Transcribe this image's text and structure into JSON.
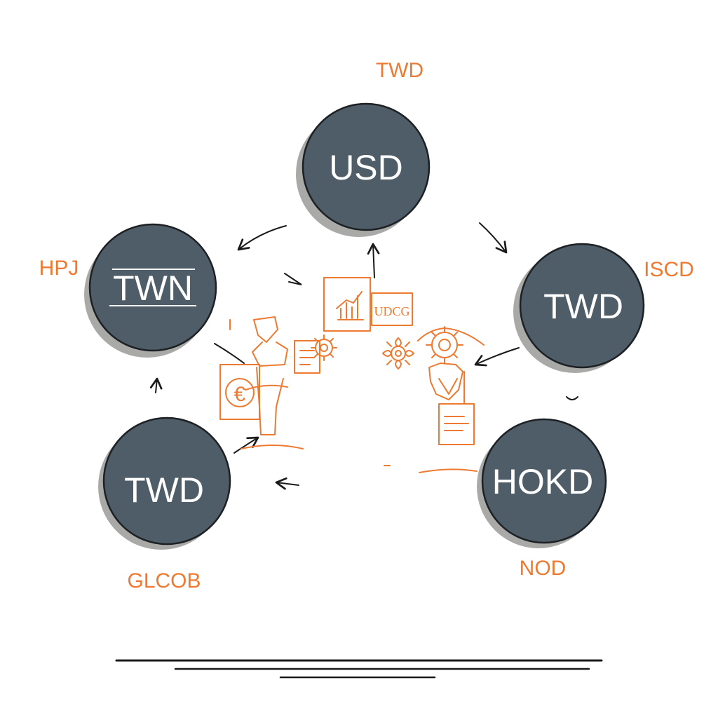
{
  "colors": {
    "node_fill": "#4e5d68",
    "node_shadow": "#a9aaa8",
    "node_outline": "#1e2124",
    "node_text": "#ffffff",
    "accent": "#ee7a32",
    "ink": "#1a1a1a",
    "background": "#ffffff"
  },
  "nodes": [
    {
      "id": "usd",
      "label": "USD"
    },
    {
      "id": "twn",
      "label": "TWN",
      "underlined": true
    },
    {
      "id": "twd_right",
      "label": "TWD"
    },
    {
      "id": "hokd",
      "label": "HOKD"
    },
    {
      "id": "twd_left",
      "label": "TWD"
    }
  ],
  "labels": {
    "top": "TWD",
    "left": "HPJ",
    "right": "ISCD",
    "bottom_left": "GLCOB",
    "bottom_right": "NOD"
  },
  "illustration": {
    "card_text": "UDCG",
    "currency_symbol": "€",
    "icons": [
      "bar-chart-icon",
      "euro-icon",
      "gear-icon",
      "document-icon",
      "person-icon"
    ]
  }
}
